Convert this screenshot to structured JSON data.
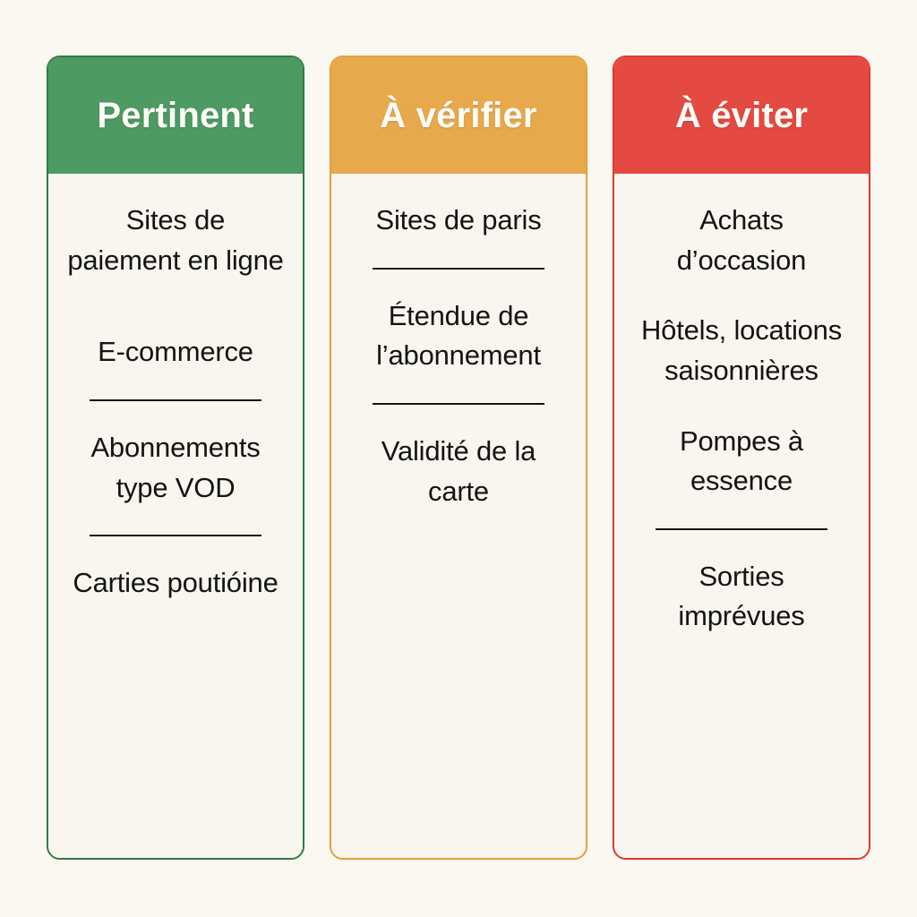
{
  "page": {
    "background_color": "#faf8f1",
    "text_color": "#141414",
    "divider_color": "#15150f"
  },
  "columns": [
    {
      "key": "pertinent",
      "header": "Pertinent",
      "accent_color": "#4d9a63",
      "border_color": "#2e7d45",
      "header_text_color": "#fdfcf7",
      "blocks": [
        {
          "type": "entry",
          "text": "Sites de paiement en ligne"
        },
        {
          "type": "gap-lg"
        },
        {
          "type": "entry",
          "text": "E-commerce"
        },
        {
          "type": "divider"
        },
        {
          "type": "entry",
          "text": "Abonnements type VOD"
        },
        {
          "type": "divider"
        },
        {
          "type": "entry",
          "text": "Carties poutióine"
        }
      ]
    },
    {
      "key": "a-verifier",
      "header": "À vérifier",
      "accent_color": "#e8a94d",
      "border_color": "#e3a03f",
      "header_text_color": "#fdfcf7",
      "blocks": [
        {
          "type": "entry",
          "text": "Sites de paris"
        },
        {
          "type": "divider"
        },
        {
          "type": "entry",
          "text": "Étendue de l’abonnement"
        },
        {
          "type": "divider"
        },
        {
          "type": "entry",
          "text": "Validité de la carte"
        }
      ]
    },
    {
      "key": "a-eviter",
      "header": "À éviter",
      "accent_color": "#e44a41",
      "border_color": "#e2382e",
      "header_text_color": "#fdfcf7",
      "blocks": [
        {
          "type": "entry",
          "text": "Achats d’occasion"
        },
        {
          "type": "gap-md"
        },
        {
          "type": "entry",
          "text": "Hôtels, locations saisonnières"
        },
        {
          "type": "gap-md"
        },
        {
          "type": "entry",
          "text": "Pompes à essence"
        },
        {
          "type": "divider"
        },
        {
          "type": "entry",
          "text": "Sorties imprévues"
        }
      ]
    }
  ]
}
